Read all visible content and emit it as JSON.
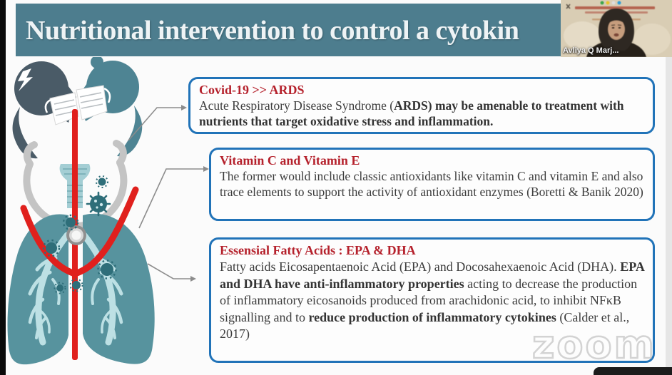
{
  "slide": {
    "title": "Nutritional intervention to control a cytokin",
    "boxes": [
      {
        "heading": "Covid-19 >> ARDS",
        "segments": [
          {
            "text": "Acute Respiratory Disease Syndrome (",
            "bold": false
          },
          {
            "text": "ARDS) may be amenable to treatment with nutrients that target oxidative stress and inflammation.",
            "bold": true
          }
        ]
      },
      {
        "heading": "Vitamin C and Vitamin E",
        "segments": [
          {
            "text": "The former would include classic antioxidants like vitamin C and vitamin E and also trace elements to support the activity of antioxidant enzymes (Boretti & Banik 2020)",
            "bold": false
          }
        ]
      },
      {
        "heading": "Essensial Fatty Acids : EPA & DHA",
        "segments": [
          {
            "text": "Fatty acids Eicosapentaenoic Acid (EPA) and Docosahexaenoic Acid (DHA). ",
            "bold": false
          },
          {
            "text": "EPA and DHA have anti-inflammatory properties",
            "bold": true
          },
          {
            "text": " acting to decrease the production of inflammatory eicosanoids produced from arachidonic acid, to inhibit NFκB signalling and to ",
            "bold": false
          },
          {
            "text": "reduce production of inflammatory cytokines",
            "bold": true
          },
          {
            "text": " (Calder et al., 2017)",
            "bold": false
          }
        ]
      }
    ]
  },
  "video": {
    "name_label": "Avliya Q Marj..."
  },
  "watermark": {
    "text": "zoom"
  },
  "colors": {
    "title_bar_teal": "#4d7d8e",
    "callout_border_blue": "#2173b8",
    "heading_red": "#b5212c",
    "lung_teal": "#57939e",
    "virus_teal": "#2e6e79",
    "alert_red": "#e0201d"
  }
}
